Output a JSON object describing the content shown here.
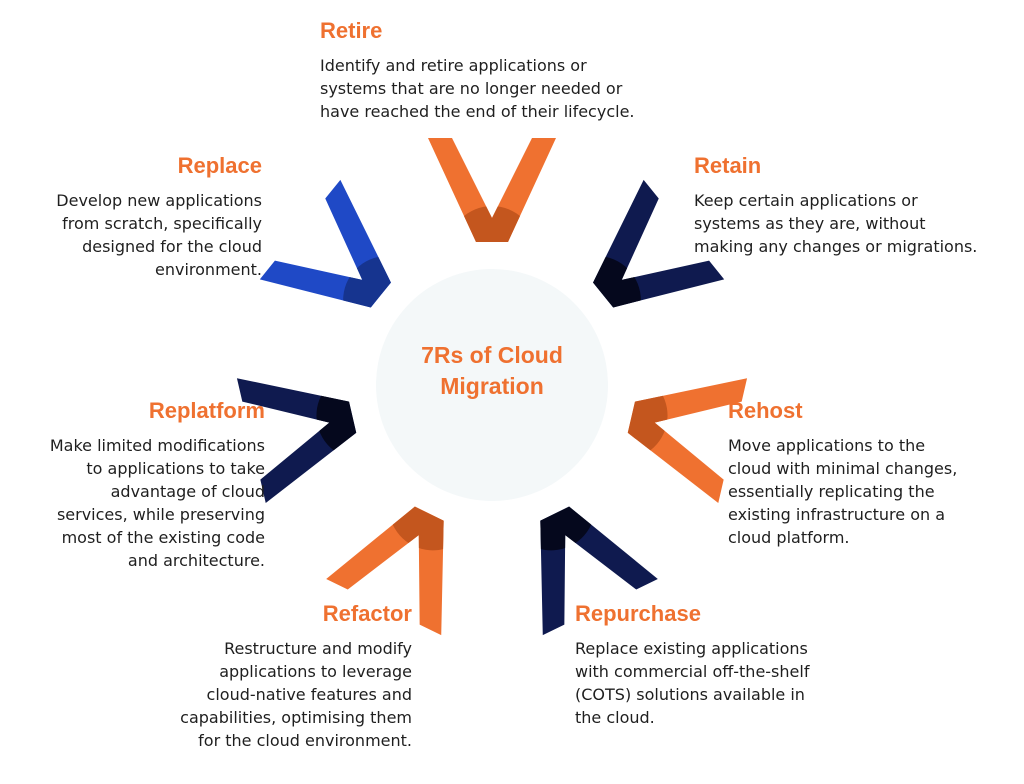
{
  "center": {
    "line1": "7Rs of Cloud",
    "line2": "Migration"
  },
  "colors": {
    "orange": "#ef7130",
    "orange_dark": "#c4561e",
    "blue": "#1f49c6",
    "blue_dark": "#16348f",
    "navy": "#0f1a4f",
    "navy_dark": "#05081d",
    "circle": "#f4f8f9"
  },
  "items": [
    {
      "key": "retire",
      "title": "Retire",
      "lines": [
        "Identify and retire applications or",
        "systems that are no longer needed or",
        "have reached the end of their lifecycle."
      ]
    },
    {
      "key": "retain",
      "title": "Retain",
      "lines": [
        "Keep certain applications or",
        "systems as they are, without",
        "making any changes or migrations."
      ]
    },
    {
      "key": "rehost",
      "title": "Rehost",
      "lines": [
        "Move applications to the",
        "cloud with minimal changes,",
        "essentially replicating the",
        "existing infrastructure on a",
        "cloud platform."
      ]
    },
    {
      "key": "repurchase",
      "title": "Repurchase",
      "lines": [
        "Replace existing applications",
        "with commercial off-the-shelf",
        "(COTS) solutions available in",
        "the cloud."
      ]
    },
    {
      "key": "refactor",
      "title": "Refactor",
      "lines": [
        "Restructure and modify",
        "applications to leverage",
        "cloud-native features and",
        "capabilities, optimising them",
        "for the cloud environment."
      ]
    },
    {
      "key": "replatform",
      "title": "Replatform",
      "lines": [
        "Make limited modifications",
        "to applications to take",
        "advantage of cloud",
        "services, while preserving",
        "most of the existing code",
        "and architecture."
      ]
    },
    {
      "key": "replace",
      "title": "Replace",
      "lines": [
        "Develop new applications",
        "from scratch, specifically",
        "designed for the cloud",
        "environment."
      ]
    }
  ]
}
